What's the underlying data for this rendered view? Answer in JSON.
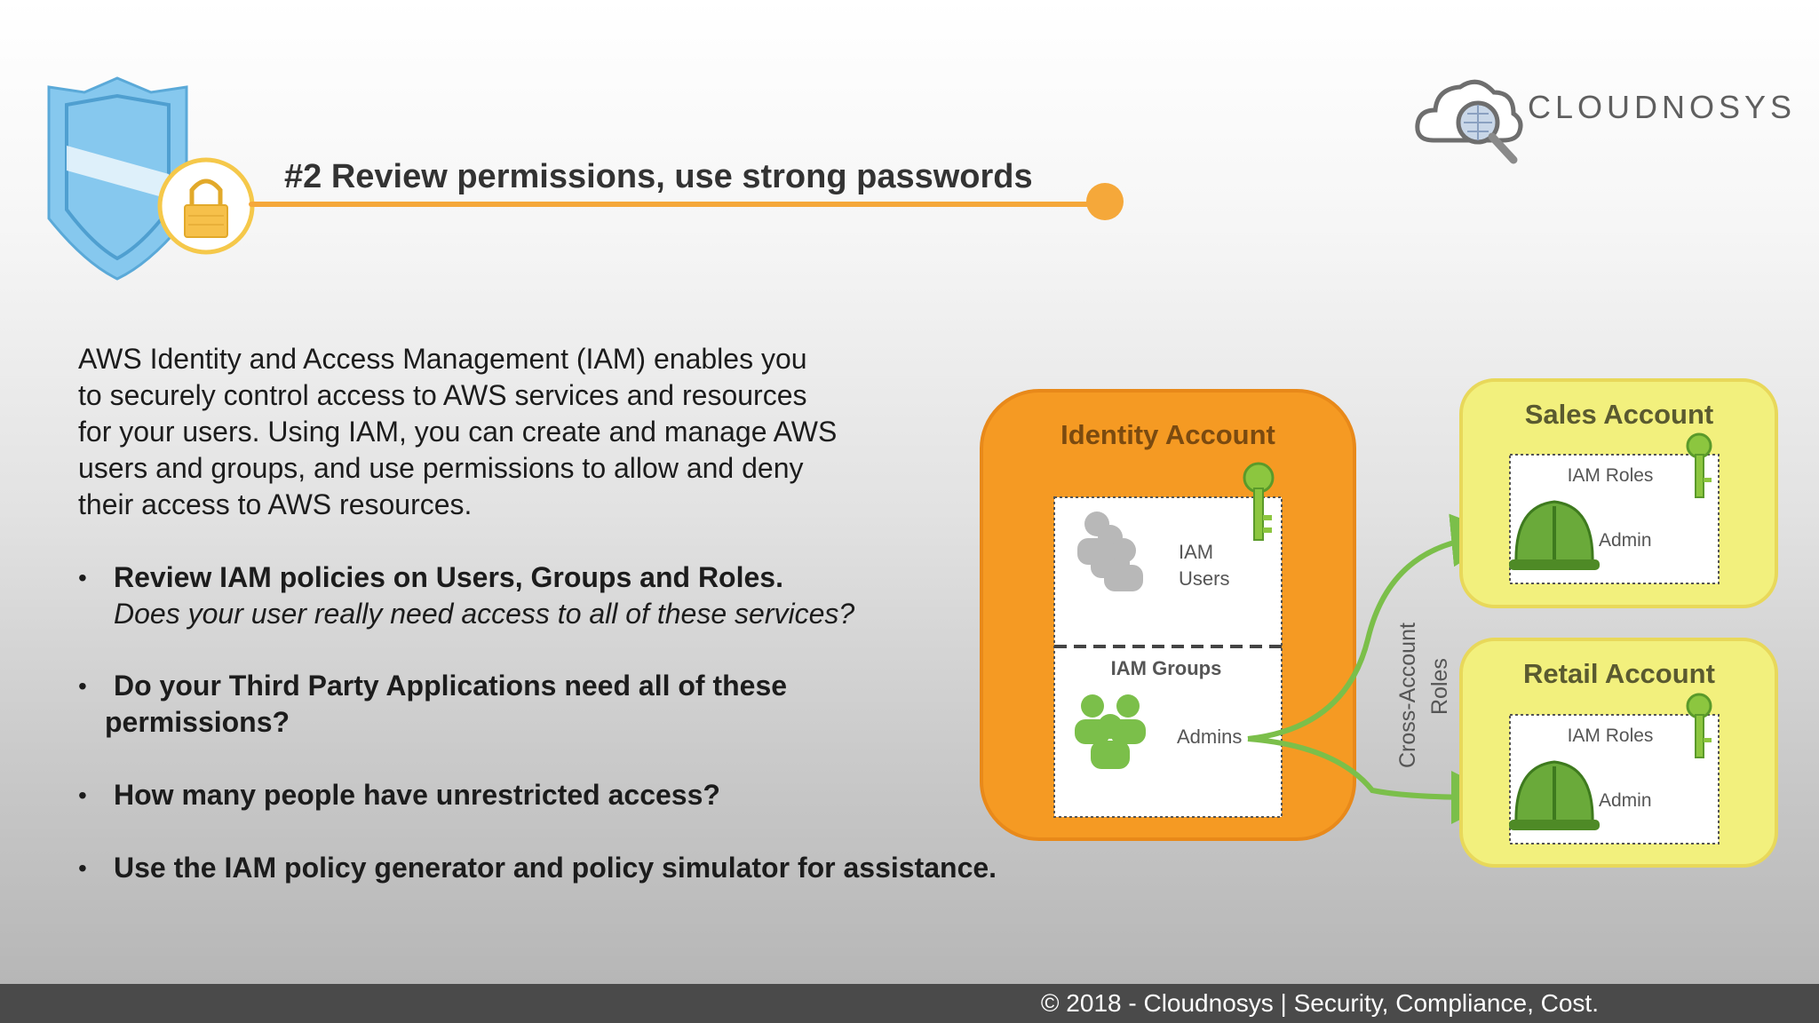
{
  "title": "#2 Review permissions, use strong passwords",
  "logo": {
    "name": "CLOUDNOSYS"
  },
  "intro_lines": [
    "AWS Identity and Access Management (IAM) enables you",
    "to securely control access to AWS services and resources",
    "for your users. Using IAM, you can create and manage AWS",
    "users and groups, and use permissions to allow and deny",
    "their access to AWS resources."
  ],
  "bullets": [
    {
      "bold": "Review IAM policies on Users, Groups and Roles.",
      "italic": "Does your user really need access to all of these services?"
    },
    {
      "bold": "Do your Third Party Applications need all of these",
      "bold_cont": "permissions?"
    },
    {
      "bold": "How many people have unrestricted access?"
    },
    {
      "bold": "Use the IAM policy generator and policy simulator for assistance."
    }
  ],
  "diagram": {
    "identity_account": "Identity Account",
    "iam_users_1": "IAM",
    "iam_users_2": "Users",
    "iam_groups": "IAM Groups",
    "admins": "Admins",
    "cross_account_1": "Cross-Account",
    "cross_account_2": "Roles",
    "sales_account": "Sales Account",
    "retail_account": "Retail Account",
    "iam_roles": "IAM Roles",
    "admin": "Admin"
  },
  "footer": "© 2018 - Cloudnosys | Security, Compliance, Cost.",
  "colors": {
    "accent_orange": "#f5a83a",
    "identity_orange": "#f59a23",
    "account_yellow": "#f2f07d",
    "shield_blue": "#7ec3ea",
    "green": "#6aaa3a",
    "footer_bg": "#4a4a4a"
  }
}
